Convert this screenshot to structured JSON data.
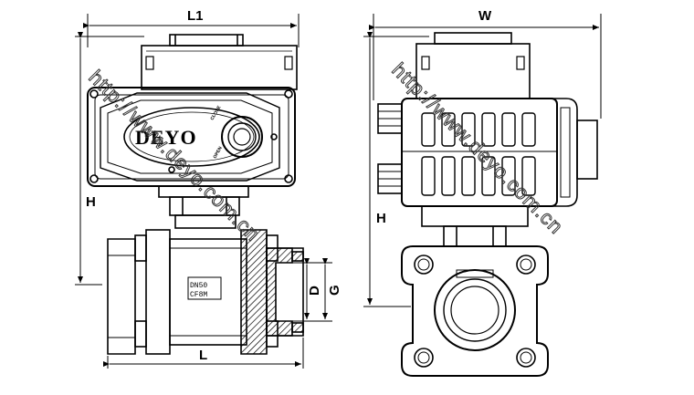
{
  "dimensions": {
    "l1": "L1",
    "w": "W",
    "h_left": "H",
    "h_right": "H",
    "l": "L",
    "d": "D",
    "g": "G"
  },
  "actuator": {
    "brand": "DEYO",
    "label_close": "CLOSE",
    "label_open": "OPEN"
  },
  "valve": {
    "size": "DN50",
    "material": "CF8M"
  },
  "watermark": {
    "left": "http://www.deyo.com.cn",
    "right": "http://www.deyo.com.cn"
  }
}
